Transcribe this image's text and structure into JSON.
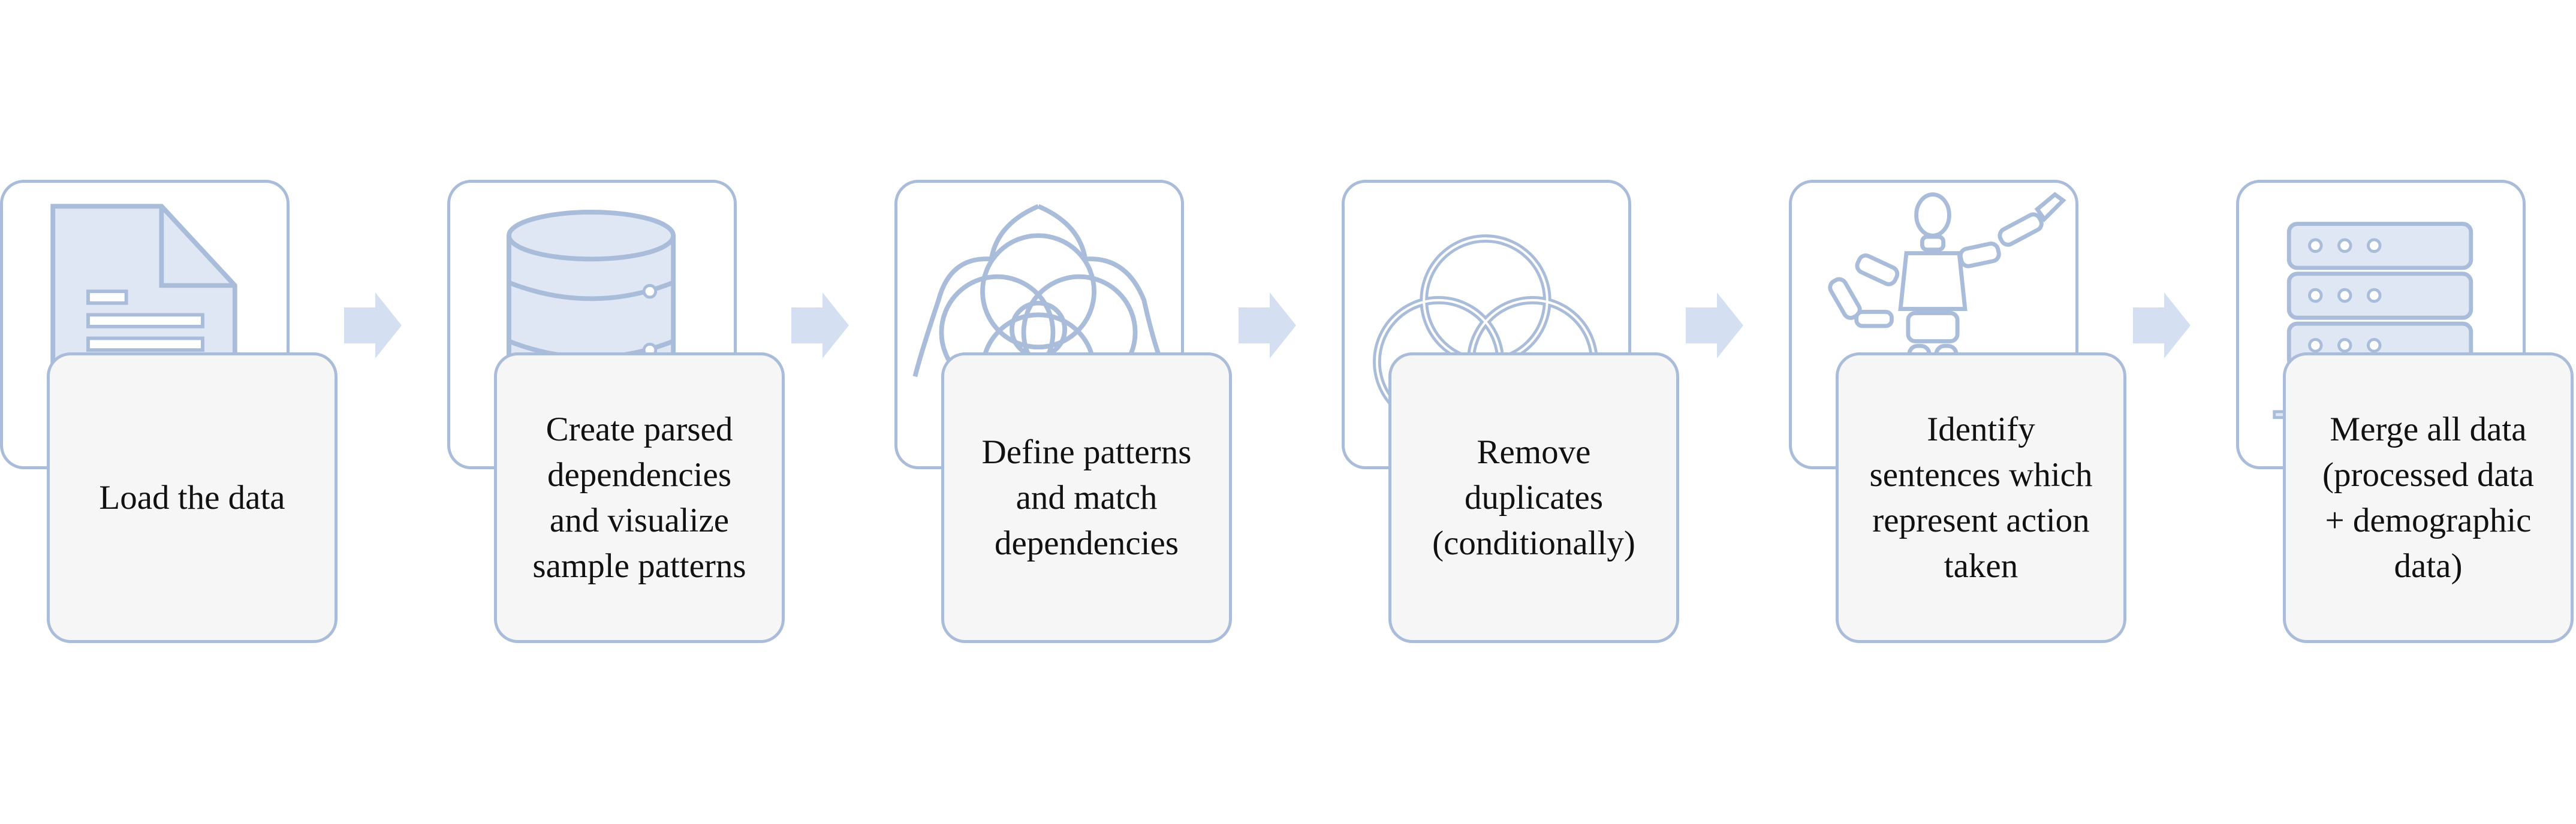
{
  "colors": {
    "stroke": "#a9bcd9",
    "icon_fill": "#dfe7f5",
    "arrow": "#d4e0f2",
    "text_box_bg": "#f6f6f6",
    "text": "#111111"
  },
  "steps": [
    {
      "icon": "document-icon",
      "label": "Load the data"
    },
    {
      "icon": "database-icon",
      "label": "Create parsed\ndependencies\nand visualize\nsample patterns"
    },
    {
      "icon": "pattern-icon",
      "label": "Define patterns\nand match\ndependencies"
    },
    {
      "icon": "overlapping-circles-icon",
      "label": "Remove\nduplicates\n(conditionally)"
    },
    {
      "icon": "figure-icon",
      "label": "Identify\nsentences which\nrepresent action\ntaken"
    },
    {
      "icon": "server-icon",
      "label": "Merge all data\n(processed data\n+ demographic\ndata)"
    }
  ]
}
